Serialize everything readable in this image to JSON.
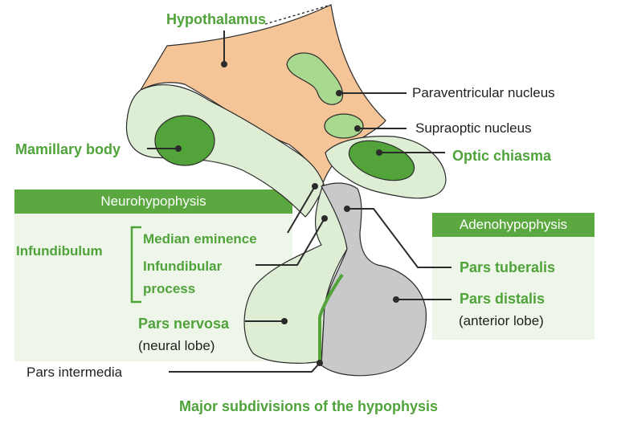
{
  "labels": {
    "hypothalamus": "Hypothalamus",
    "paraventricular": "Paraventricular nucleus",
    "supraoptic": "Supraoptic nucleus",
    "optic_chiasma": "Optic chiasma",
    "mamillary_body": "Mamillary body",
    "neurohypophysis": "Neurohypophysis",
    "adenohypophysis": "Adenohypophysis",
    "infundibulum": "Infundibulum",
    "median_eminence": "Median eminence",
    "infundibular_process_1": "Infundibular",
    "infundibular_process_2": "process",
    "pars_tuberalis": "Pars tuberalis",
    "pars_distalis": "Pars distalis",
    "pars_distalis_sub": "(anterior lobe)",
    "pars_nervosa": "Pars nervosa",
    "pars_nervosa_sub": "(neural lobe)",
    "pars_intermedia": "Pars intermedia",
    "caption": "Major subdivisions of the hypophysis"
  },
  "colors": {
    "hypothalamus": "#f6c597",
    "light_green": "#ddeed5",
    "nucleus_green": "#a9d88f",
    "dark_green": "#52a33a",
    "label_green": "#4fa33a",
    "gray": "#c9c9cb",
    "panel_fill": "#eef6e9",
    "outline": "#2b2b2b"
  }
}
